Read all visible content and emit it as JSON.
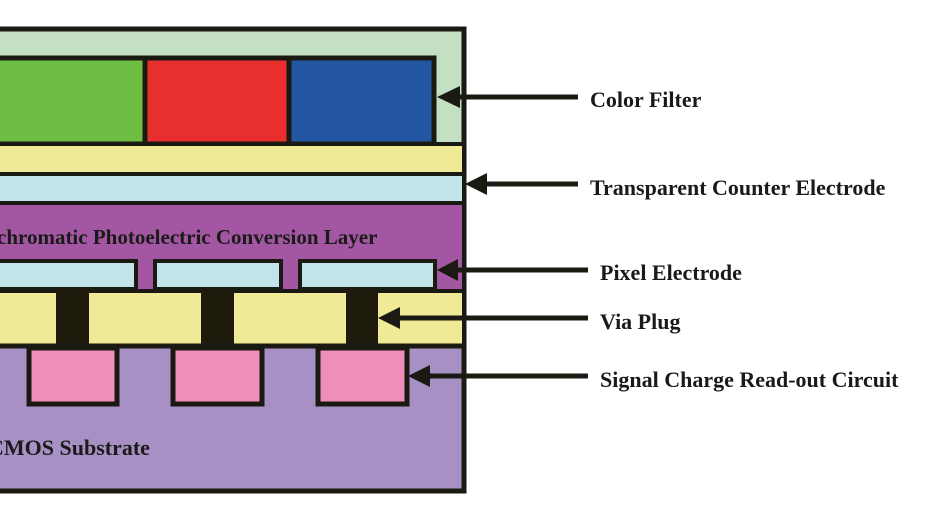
{
  "diagram": {
    "layers": {
      "panchromatic": "Panchromatic Photoelectric Conversion Layer",
      "substrate": "CMOS Substrate"
    },
    "labels": {
      "color_filter": "Color Filter",
      "counter_electrode": "Transparent Counter Electrode",
      "pixel_electrode": "Pixel Electrode",
      "via_plug": "Via Plug",
      "readout": "Signal Charge Read-out Circuit"
    },
    "colors": {
      "outline": "#1b1a12",
      "filter_bg": "#c4e0c2",
      "green": "#6fbe44",
      "red": "#e92e2e",
      "blue": "#2357a4",
      "yellow": "#f0ea96",
      "light_blue": "#c2e4ea",
      "magenta": "#a356a2",
      "substrate": "#a690c4",
      "pink": "#ee8fba"
    }
  }
}
